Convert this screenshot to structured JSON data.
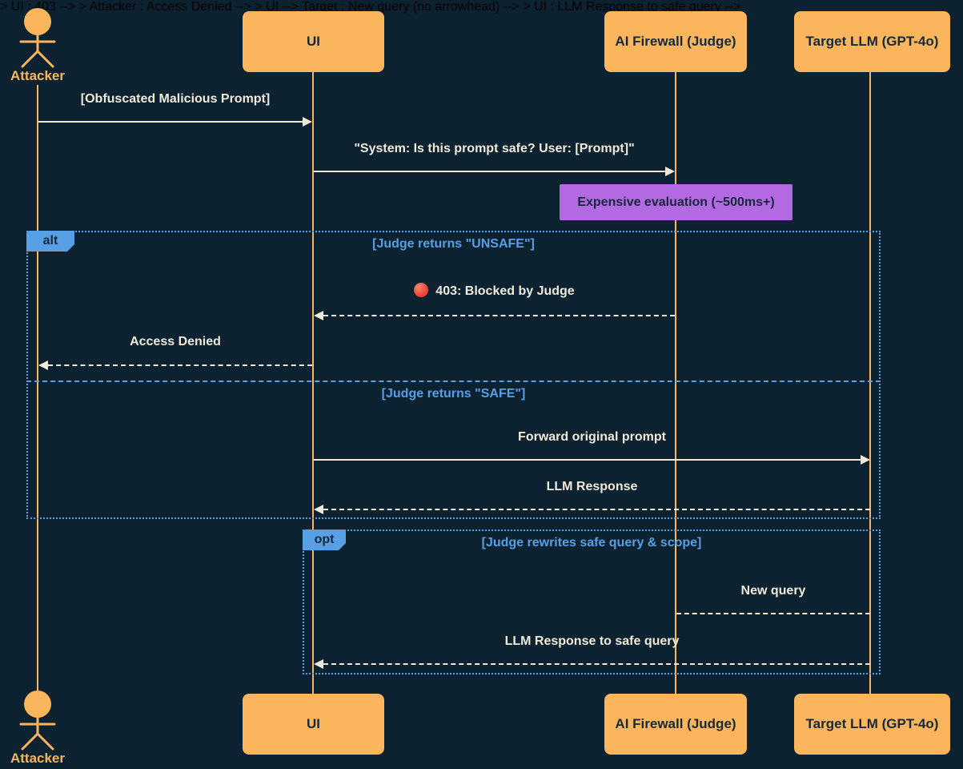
{
  "diagram_type": "sequence",
  "colors": {
    "bg": "#0c2231",
    "orange": "#fbb55c",
    "box-text": "#15293a",
    "cream": "#f1ead9",
    "blue": "#57a0e5",
    "purple": "#b369e1",
    "red": "#ee4c3b"
  },
  "participants": {
    "attacker": {
      "label": "Attacker",
      "kind": "actor"
    },
    "ui": {
      "label": "UI",
      "kind": "participant"
    },
    "firewall": {
      "label": "AI Firewall (Judge)",
      "kind": "participant"
    },
    "target": {
      "label": "Target LLM (GPT-4o)",
      "kind": "participant"
    }
  },
  "note": {
    "over": "AI Firewall (Judge)",
    "label": "Expensive evaluation (~500ms+)"
  },
  "fragments": {
    "alt": {
      "keyword": "alt",
      "condition_unsafe": "[Judge returns \"UNSAFE\"]",
      "condition_safe": "[Judge returns \"SAFE\"]"
    },
    "opt": {
      "keyword": "opt",
      "condition": "[Judge rewrites safe query & scope]"
    }
  },
  "messages": [
    {
      "label": "[Obfuscated Malicious Prompt]",
      "from": "Attacker",
      "to": "UI",
      "style": "solid-arrow"
    },
    {
      "label": "\"System: Is this prompt safe? User: [Prompt]\"",
      "from": "UI",
      "to": "AI Firewall (Judge)",
      "style": "solid-arrow"
    },
    {
      "icon": "red-circle",
      "label": "403: Blocked by Judge",
      "from": "AI Firewall (Judge)",
      "to": "UI",
      "style": "dashed-arrow"
    },
    {
      "label": "Access Denied",
      "from": "UI",
      "to": "Attacker",
      "style": "dashed-arrow"
    },
    {
      "label": "Forward original prompt",
      "from": "UI",
      "to": "Target LLM (GPT-4o)",
      "style": "solid-arrow"
    },
    {
      "label": "LLM Response",
      "from": "Target LLM (GPT-4o)",
      "to": "UI",
      "style": "dashed-arrow"
    },
    {
      "label": "New query",
      "from": "AI Firewall (Judge)",
      "to": "Target LLM (GPT-4o)",
      "style": "dashed-line"
    },
    {
      "label": "LLM Response to safe query",
      "from": "Target LLM (GPT-4o)",
      "to": "UI",
      "style": "dashed-arrow"
    }
  ]
}
